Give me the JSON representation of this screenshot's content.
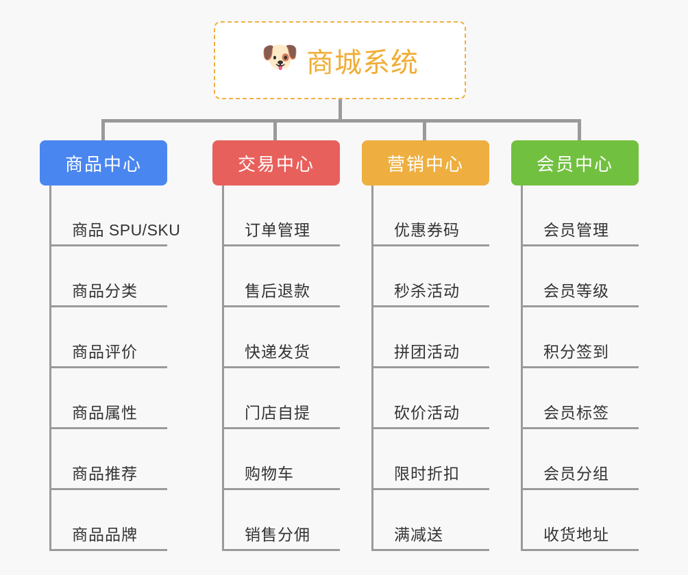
{
  "diagram": {
    "type": "org-chart",
    "background_color": "#f8f8f8",
    "line_color": "#9a9a9a",
    "root": {
      "title": "商城系统",
      "icon": "dog-face-icon",
      "icon_glyph": "🐶",
      "text_color": "#f0ad35",
      "border_color": "#f0b040",
      "border_style": "dashed",
      "fill_color": "#ffffff"
    },
    "categories": [
      {
        "label": "商品中心",
        "color": "#4a86ef",
        "items": [
          "商品 SPU/SKU",
          "商品分类",
          "商品评价",
          "商品属性",
          "商品推荐",
          "商品品牌"
        ]
      },
      {
        "label": "交易中心",
        "color": "#e8605c",
        "items": [
          "订单管理",
          "售后退款",
          "快递发货",
          "门店自提",
          "购物车",
          "销售分佣"
        ]
      },
      {
        "label": "营销中心",
        "color": "#eeaf40",
        "items": [
          "优惠券码",
          "秒杀活动",
          "拼团活动",
          "砍价活动",
          "限时折扣",
          "满减送"
        ]
      },
      {
        "label": "会员中心",
        "color": "#72c040",
        "items": [
          "会员管理",
          "会员等级",
          "积分签到",
          "会员标签",
          "会员分组",
          "收货地址"
        ]
      }
    ]
  }
}
